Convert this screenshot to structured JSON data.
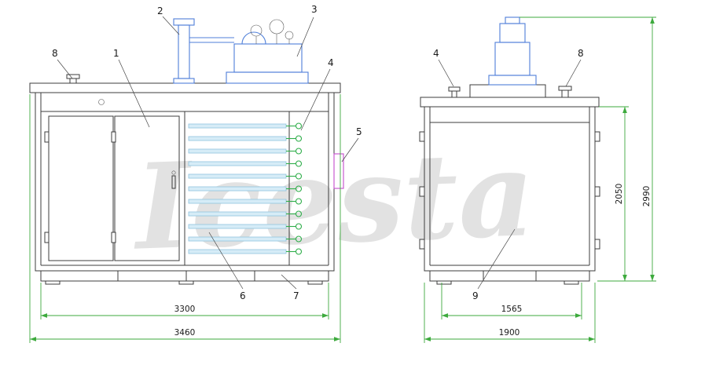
{
  "watermark": "Icesta",
  "front_view": {
    "callouts": {
      "c1": "1",
      "c2": "2",
      "c3": "3",
      "c4": "4",
      "c5": "5",
      "c6": "6",
      "c7": "7",
      "c8": "8"
    },
    "dimensions": {
      "inner_width": "3300",
      "overall_width": "3460"
    }
  },
  "side_view": {
    "callouts": {
      "c4": "4",
      "c8": "8",
      "c9": "9"
    },
    "dimensions": {
      "inner_width": "1565",
      "overall_width": "1900",
      "body_height": "2050",
      "overall_height": "2990"
    }
  },
  "colors": {
    "outline": "#3c3c3c",
    "dimension_green": "#3daa3d",
    "equipment_blue": "#4f7fd9",
    "plate_blue": "#d6ecf7",
    "valve_green": "#2fae4a",
    "accent_magenta": "#c85ad0",
    "watermark_gray": "#a3a3a3"
  }
}
